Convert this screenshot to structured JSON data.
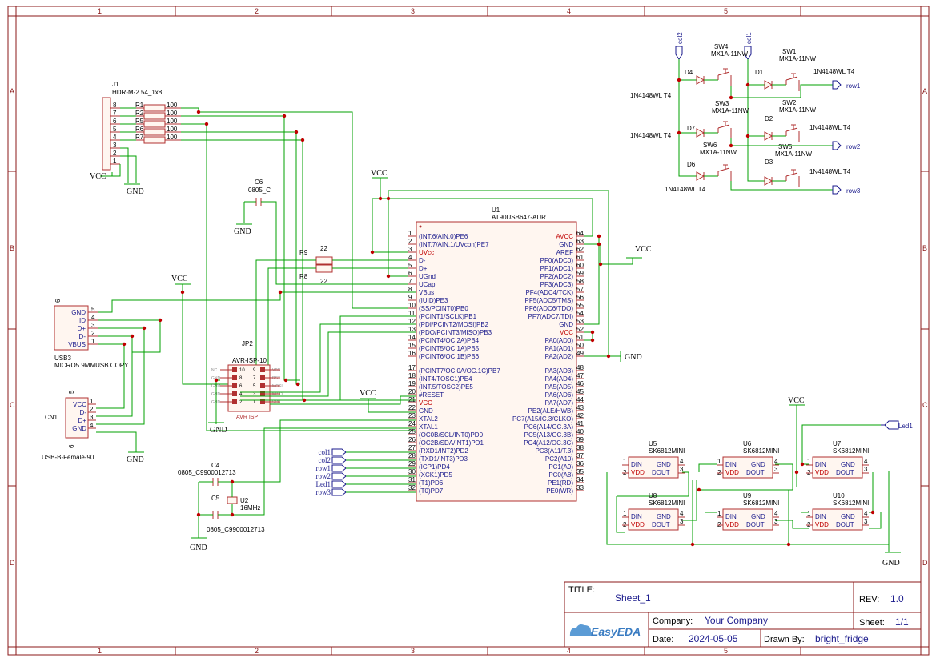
{
  "ruler": {
    "cols": [
      "1",
      "2",
      "3",
      "4",
      "5"
    ],
    "rows": [
      "A",
      "B",
      "C",
      "D"
    ]
  },
  "title_block": {
    "title_label": "TITLE:",
    "title": "Sheet_1",
    "rev_label": "REV:",
    "rev": "1.0",
    "company_label": "Company:",
    "company": "Your Company",
    "sheet_label": "Sheet:",
    "sheet": "1/1",
    "date_label": "Date:",
    "date": "2024-05-05",
    "drawn_label": "Drawn By:",
    "drawn_by": "bright_fridge",
    "logo": "EasyEDA"
  },
  "j1": {
    "ref": "J1",
    "value": "HDR-M-2.54_1x8",
    "pins": [
      "8",
      "7",
      "6",
      "5",
      "4",
      "3",
      "2",
      "1"
    ]
  },
  "resistors": [
    {
      "ref": "R1",
      "value": "100"
    },
    {
      "ref": "R2",
      "value": "100"
    },
    {
      "ref": "R5",
      "value": "100"
    },
    {
      "ref": "R6",
      "value": "100"
    },
    {
      "ref": "R7",
      "value": "100"
    }
  ],
  "r9": {
    "ref": "R9",
    "value": "22"
  },
  "r8": {
    "ref": "R8",
    "value": "22"
  },
  "c6": {
    "ref": "C6",
    "value": "0805_C"
  },
  "c4": {
    "ref": "C4",
    "value": "0805_C9900012713"
  },
  "c5": {
    "ref": "C5",
    "value": "0805_C9900012713"
  },
  "u2": {
    "ref": "U2",
    "value": "16MHz"
  },
  "usb3": {
    "ref": "USB3",
    "value": "MICRO5.9MMUSB COPY",
    "pin6": "6",
    "pins": [
      {
        "n": "5",
        "name": "GND"
      },
      {
        "n": "4",
        "name": "ID"
      },
      {
        "n": "3",
        "name": "D+"
      },
      {
        "n": "2",
        "name": "D-"
      },
      {
        "n": "1",
        "name": "VBUS"
      }
    ]
  },
  "cn1": {
    "ref": "CN1",
    "value": "USB-B-Female-90",
    "pin5": "5",
    "pin6": "6",
    "pins": [
      {
        "n": "1",
        "name": "VCC"
      },
      {
        "n": "2",
        "name": "D-"
      },
      {
        "n": "3",
        "name": "D+"
      },
      {
        "n": "4",
        "name": "GND"
      }
    ]
  },
  "jp2": {
    "ref": "JP2",
    "value": "AVR-ISP-10",
    "footer": "AVR ISP",
    "left_labels": [
      "NC",
      "GND",
      "GND",
      "GND",
      "GND"
    ],
    "right_labels": [
      "VTG",
      "RST",
      "MOSI",
      "MISO",
      "SCK"
    ],
    "pin_nums": [
      "1",
      "2",
      "3",
      "4",
      "5",
      "6",
      "7",
      "8",
      "9",
      "10"
    ]
  },
  "u1": {
    "ref": "U1",
    "value": "AT90USB647-AUR",
    "left": [
      {
        "n": "1",
        "t": "(INT.6/AIN.0)PE6"
      },
      {
        "n": "2",
        "t": "(INT.7/AIN.1/UVcon)PE7"
      },
      {
        "n": "3",
        "t": "UVcc",
        "red": true
      },
      {
        "n": "4",
        "t": "D-"
      },
      {
        "n": "5",
        "t": "D+"
      },
      {
        "n": "6",
        "t": "UGnd"
      },
      {
        "n": "7",
        "t": "UCap"
      },
      {
        "n": "8",
        "t": "VBus"
      },
      {
        "n": "9",
        "t": "(IUID)PE3"
      },
      {
        "n": "10",
        "t": "(SS/PCINT0)PB0"
      },
      {
        "n": "11",
        "t": "(PCINT1/SCLK)PB1"
      },
      {
        "n": "12",
        "t": "(PDI/PCINT2/MOSI)PB2"
      },
      {
        "n": "13",
        "t": "(PDO/PCINT3/MISO)PB3"
      },
      {
        "n": "14",
        "t": "(PCINT4/OC.2A)PB4"
      },
      {
        "n": "15",
        "t": "(PCINT5/OC.1A)PB5"
      },
      {
        "n": "16",
        "t": "(PCINT6/OC.1B)PB6"
      },
      {
        "n": "17",
        "t": "(PCINT7/OC.0A/OC.1C)PB7"
      },
      {
        "n": "18",
        "t": "(INT4/TOSC1)PE4"
      },
      {
        "n": "19",
        "t": "(INT.5/TOSC2)PE5"
      },
      {
        "n": "20",
        "t": "#RESET"
      },
      {
        "n": "21",
        "t": "VCC",
        "red": true
      },
      {
        "n": "22",
        "t": "GND"
      },
      {
        "n": "23",
        "t": "XTAL2"
      },
      {
        "n": "24",
        "t": "XTAL1"
      },
      {
        "n": "25",
        "t": "(OC0B/SCL/INT0)PD0"
      },
      {
        "n": "26",
        "t": "(OC2B/SDA/INT1)PD1"
      },
      {
        "n": "27",
        "t": "(RXD1/INT2)PD2"
      },
      {
        "n": "28",
        "t": "(TXD1/INT3)PD3"
      },
      {
        "n": "29",
        "t": "(ICP1)PD4"
      },
      {
        "n": "30",
        "t": "(XCK1)PD5"
      },
      {
        "n": "31",
        "t": "(T1)PD6"
      },
      {
        "n": "32",
        "t": "(T0)PD7"
      }
    ],
    "right": [
      {
        "n": "64",
        "t": "AVCC",
        "red": true
      },
      {
        "n": "63",
        "t": "GND"
      },
      {
        "n": "62",
        "t": "AREF"
      },
      {
        "n": "61",
        "t": "PF0(ADC0)"
      },
      {
        "n": "60",
        "t": "PF1(ADC1)"
      },
      {
        "n": "59",
        "t": "PF2(ADC2)"
      },
      {
        "n": "58",
        "t": "PF3(ADC3)"
      },
      {
        "n": "57",
        "t": "PF4(ADC4/TCK)"
      },
      {
        "n": "56",
        "t": "PF5(ADC5/TMS)"
      },
      {
        "n": "55",
        "t": "PF6(ADC6/TDO)"
      },
      {
        "n": "54",
        "t": "PF7(ADC7/TDI)"
      },
      {
        "n": "53",
        "t": "GND"
      },
      {
        "n": "52",
        "t": "VCC",
        "red": true
      },
      {
        "n": "51",
        "t": "PA0(AD0)"
      },
      {
        "n": "50",
        "t": "PA1(AD1)"
      },
      {
        "n": "49",
        "t": "PA2(AD2)"
      },
      {
        "n": "48",
        "t": "PA3(AD3)"
      },
      {
        "n": "47",
        "t": "PA4(AD4)"
      },
      {
        "n": "46",
        "t": "PA5(AD5)"
      },
      {
        "n": "45",
        "t": "PA6(AD6)"
      },
      {
        "n": "44",
        "t": "PA7(AD7)"
      },
      {
        "n": "43",
        "t": "PE2(ALE/HWB)"
      },
      {
        "n": "42",
        "t": "PC7(A15/IC.3/CLKO)"
      },
      {
        "n": "41",
        "t": "PC6(A14/OC.3A)"
      },
      {
        "n": "40",
        "t": "PC5(A13/OC.3B)"
      },
      {
        "n": "39",
        "t": "PC4(A12/OC.3C)"
      },
      {
        "n": "38",
        "t": "PC3(A11/T.3)"
      },
      {
        "n": "37",
        "t": "PC2(A10)"
      },
      {
        "n": "36",
        "t": "PC1(A9)"
      },
      {
        "n": "35",
        "t": "PC0(A8)"
      },
      {
        "n": "34",
        "t": "PE1(RD)"
      },
      {
        "n": "33",
        "t": "PE0(WR)"
      }
    ]
  },
  "net_flags_left": [
    "col1",
    "col2",
    "row1",
    "row2",
    "Led1",
    "row3"
  ],
  "power": {
    "vcc": "VCC",
    "gnd": "GND"
  },
  "switches": [
    {
      "ref": "SW4",
      "value": "MX1A-11NW"
    },
    {
      "ref": "SW1",
      "value": "MX1A-11NW"
    },
    {
      "ref": "SW3",
      "value": "MX1A-11NW"
    },
    {
      "ref": "SW2",
      "value": "MX1A-11NW"
    },
    {
      "ref": "SW6",
      "value": "MX1A-11NW"
    },
    {
      "ref": "SW5",
      "value": "MX1A-11NW"
    }
  ],
  "diodes": [
    {
      "ref": "D4",
      "value": "1N4148WL T4"
    },
    {
      "ref": "D1",
      "value": "1N4148WL T4"
    },
    {
      "ref": "D7",
      "value": "1N4148WL T4"
    },
    {
      "ref": "D2",
      "value": "1N4148WL T4"
    },
    {
      "ref": "D6",
      "value": "1N4148WL T4"
    },
    {
      "ref": "D3",
      "value": "1N4148WL T4"
    }
  ],
  "matrix_ports": {
    "col2": "col2",
    "col1": "col1",
    "row1": "row1",
    "row2": "row2",
    "row3": "row3",
    "led1": "Led1"
  },
  "leds": [
    {
      "ref": "U5",
      "value": "SK6812MINI"
    },
    {
      "ref": "U6",
      "value": "SK6812MINI"
    },
    {
      "ref": "U7",
      "value": "SK6812MINI"
    },
    {
      "ref": "U8",
      "value": "SK6812MINI"
    },
    {
      "ref": "U9",
      "value": "SK6812MINI"
    },
    {
      "ref": "U10",
      "value": "SK6812MINI"
    }
  ],
  "led_pins": {
    "din": "DIN",
    "vdd": "VDD",
    "gnd": "GND",
    "dout": "DOUT",
    "p1": "1",
    "p2": "2",
    "p3": "3",
    "p4": "4"
  }
}
